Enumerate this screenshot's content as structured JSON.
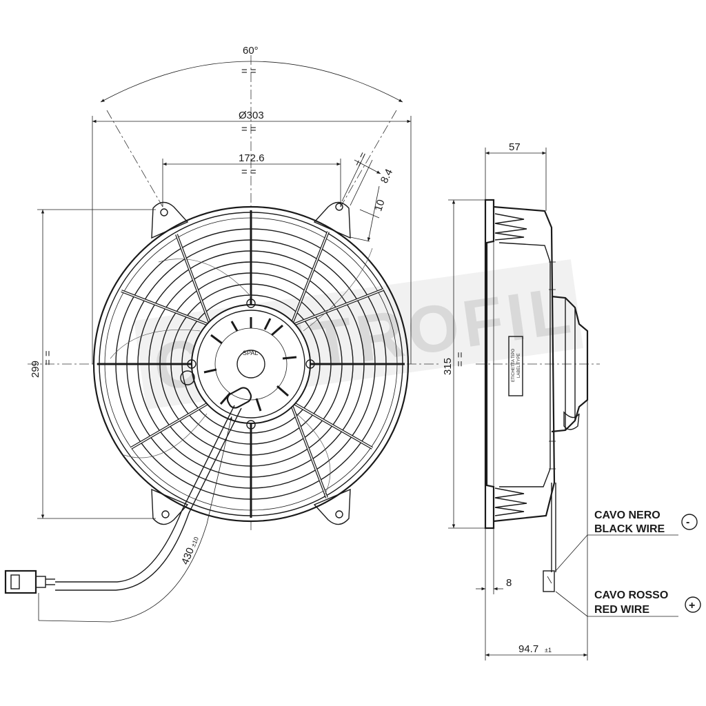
{
  "diagram": {
    "dimensions": {
      "angle": "60°",
      "diameter": "Ø303",
      "bolt_spacing": "172.6",
      "slot_width": "8.4",
      "slot_offset": "10",
      "height_front": "299",
      "height_side": "315",
      "depth_top": "57",
      "flange_offset": "8",
      "total_depth": "94.7",
      "total_depth_tol": "±1",
      "cable_length": "430",
      "cable_length_tol": "±10"
    },
    "wires": {
      "black_it": "CAVO NERO",
      "black_en": "BLACK WIRE",
      "black_sign": "-",
      "red_it": "CAVO ROSSO",
      "red_en": "RED WIRE",
      "red_sign": "+"
    },
    "label_plate": {
      "line1": "ETICHETTA TIPO",
      "line2": "LABEL TYPE"
    },
    "hub_text": "SPAL",
    "watermark": "CONTROFIL"
  }
}
